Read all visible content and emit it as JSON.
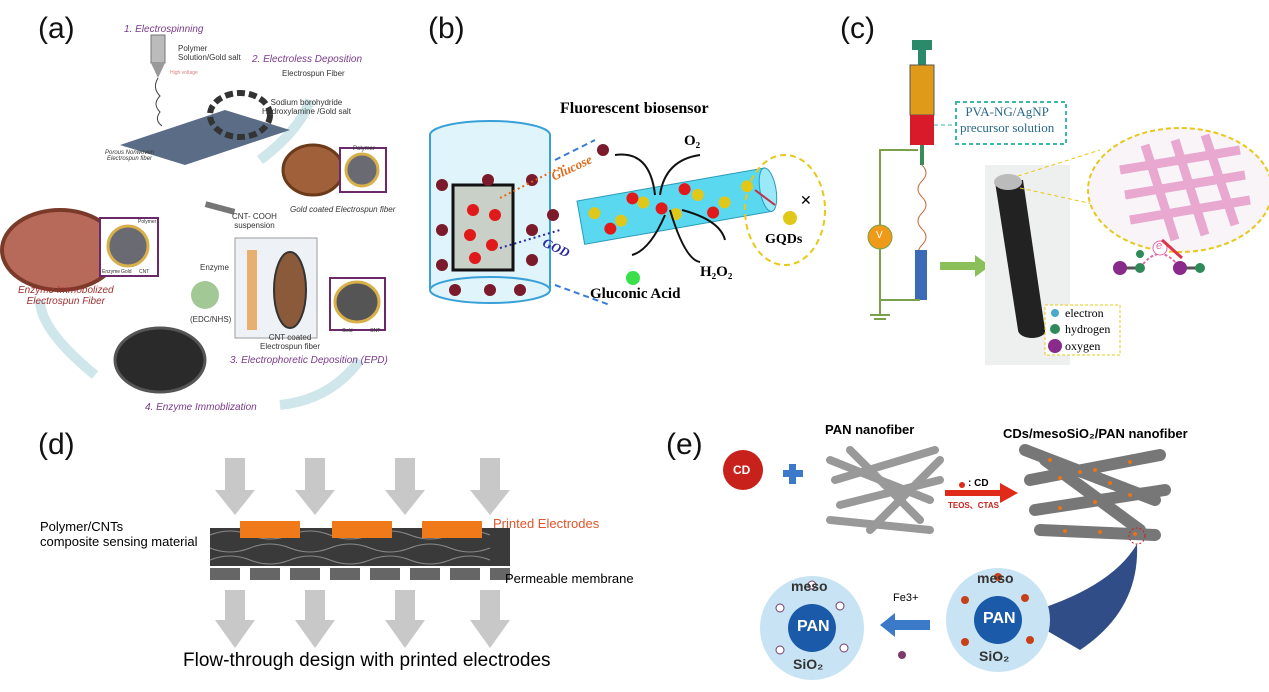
{
  "panels": {
    "a": {
      "label": "(a)",
      "step1": "1. Electrospinning",
      "step1_note": "Polymer\nSolution/Gold salt",
      "high_voltage": "High voltage",
      "porous": "Porous Nonwoven\nElectrospun fiber",
      "step2": "2. Electroless Deposition",
      "electrospun_fiber": "Electrospun Fiber",
      "reagents": "Sodium borohydride\nHydroxylamine /Gold salt",
      "gold_coated": "Gold coated Electrospun fiber",
      "polymer1": "Polymer",
      "cnt_cooh": "CNT- COOH\nsuspension",
      "enzyme": "Enzyme",
      "edc": "(EDC/NHS)",
      "step3": "3. Electrophoretic Deposition (EPD)",
      "cnt_coated": "CNT coated\nElectrospun fiber",
      "gold_lbl": "Gold",
      "cnt_lbl": "CNT",
      "step4": "4. Enzyme Immoblization",
      "enzyme_immob": "Enzyme Immobolized\nElectrospun Fiber",
      "polymer2": "Polymer",
      "enzyme_lbl": "Enzyme",
      "gold_lbl2": "Gold",
      "cnt_lbl2": "CNT"
    },
    "b": {
      "label": "(b)",
      "title": "Fluorescent biosensor",
      "o2": "O₂",
      "glucose": "Glucose",
      "god": "GOD",
      "h2o2": "H₂O₂",
      "gluconic": "Gluconic Acid",
      "gqds": "GQDs"
    },
    "c": {
      "label": "(c)",
      "precursor": "PVA-NG/AgNP\nprecursor solution",
      "voltage": "V",
      "electron_sym": "e",
      "legend": [
        "electron",
        "hydrogen",
        "oxygen"
      ],
      "colors": {
        "electron": "#4aa8c8",
        "hydrogen": "#2f8a5a",
        "oxygen": "#8a2a8a"
      }
    },
    "d": {
      "label": "(d)",
      "sensing": "Polymer/CNTs\ncomposite sensing material",
      "printed": "Printed Electrodes",
      "membrane": "Permeable membrane",
      "caption": "Flow-through design with printed electrodes",
      "colors": {
        "electrode": "#f07a1a",
        "printed_text": "#e0552a",
        "arrow": "#c8c8c8"
      }
    },
    "e": {
      "label": "(e)",
      "cd": "CD",
      "pan_nanofiber": "PAN nanofiber",
      "composite": "CDs/mesoSiO₂/PAN nanofiber",
      "legend_cd": ": CD",
      "reagents": "TEOS、CTAS",
      "fe3": "Fe3+",
      "meso": "meso",
      "pan": "PAN",
      "sio2": "SiO₂"
    }
  }
}
